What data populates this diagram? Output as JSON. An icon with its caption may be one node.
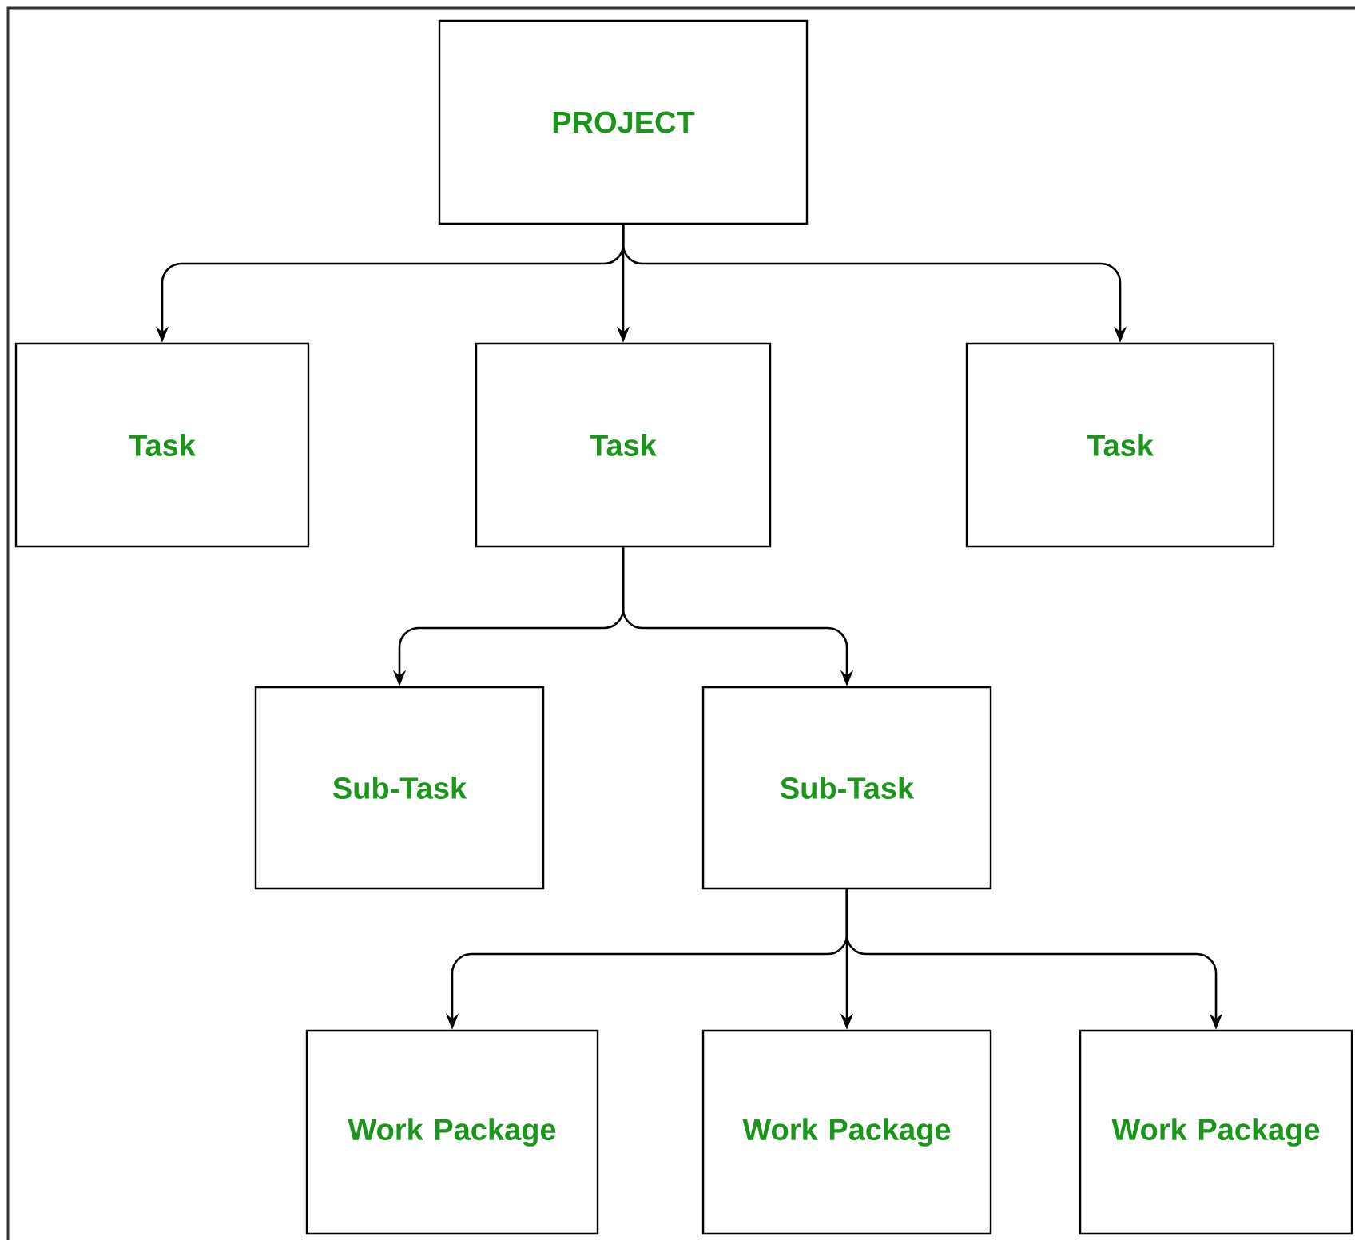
{
  "diagram": {
    "nodes": [
      {
        "text": [
          "PROJECT"
        ]
      },
      {
        "text": [
          "Task"
        ]
      },
      {
        "text": [
          "Task"
        ]
      },
      {
        "text": [
          "Task"
        ]
      },
      {
        "text": [
          "Sub-Task"
        ]
      },
      {
        "text": [
          "Sub-Task"
        ]
      },
      {
        "text": [
          "Work Package"
        ]
      },
      {
        "text": [
          "Work Package"
        ]
      },
      {
        "text": [
          "Work Package"
        ]
      }
    ],
    "edges": [
      {
        "from": 0,
        "to": 1,
        "arrow": "to"
      },
      {
        "from": 0,
        "to": 2,
        "arrow": "to"
      },
      {
        "from": 0,
        "to": 3,
        "arrow": "to"
      },
      {
        "from": 2,
        "to": 4,
        "arrow": "to"
      },
      {
        "from": 2,
        "to": 5,
        "arrow": "to"
      },
      {
        "from": 5,
        "to": 6,
        "arrow": "to"
      },
      {
        "from": 5,
        "to": 7,
        "arrow": "to"
      },
      {
        "from": 5,
        "to": 8,
        "arrow": "to"
      }
    ]
  }
}
